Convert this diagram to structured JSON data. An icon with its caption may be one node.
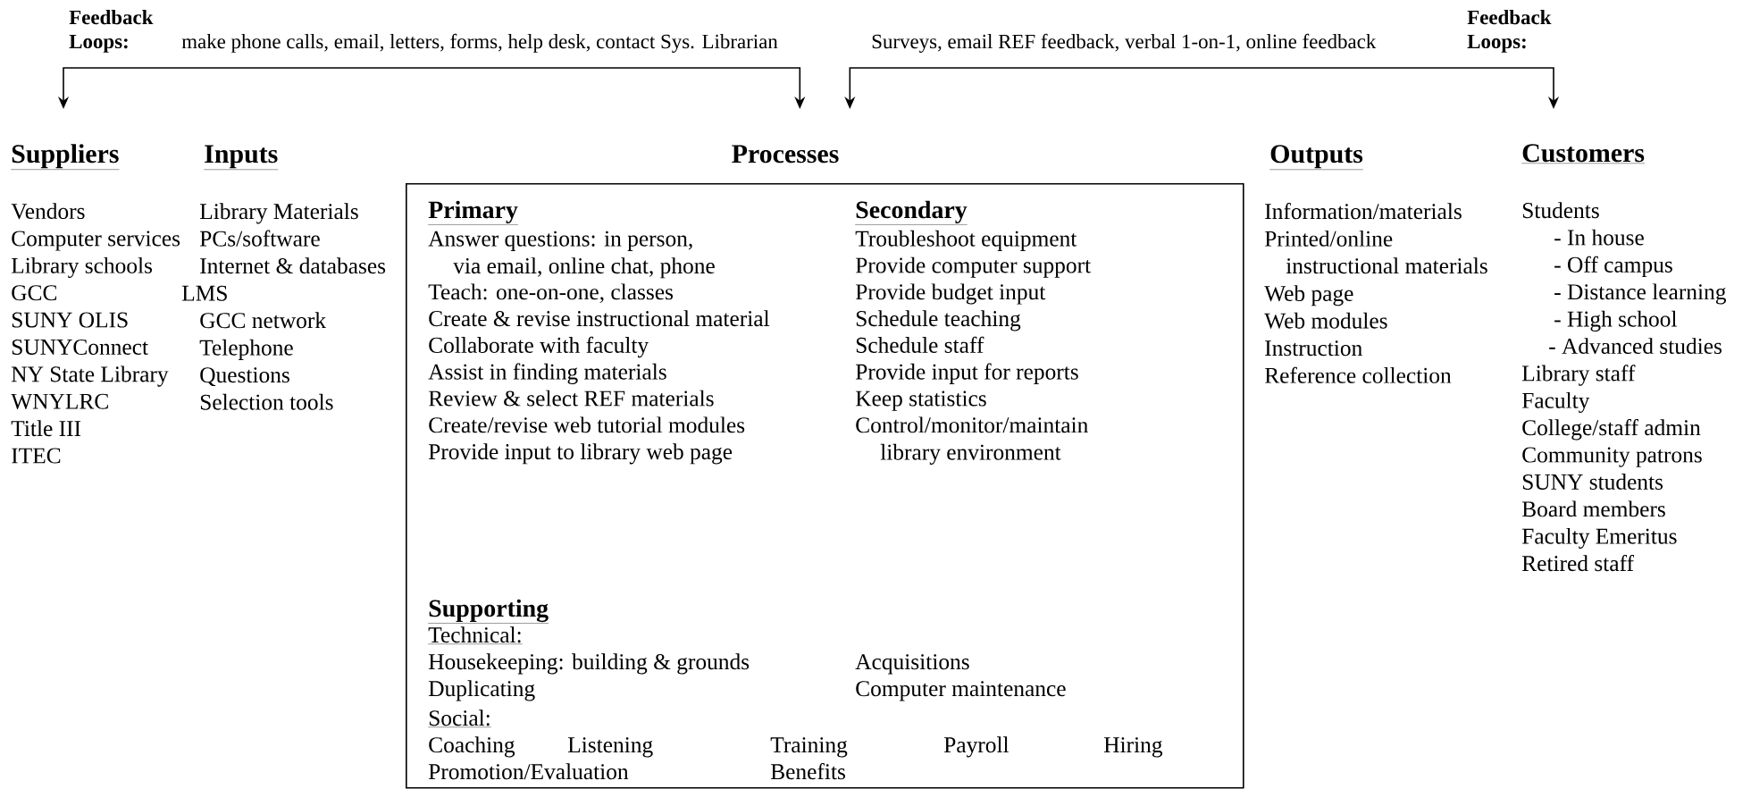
{
  "diagram": {
    "nodes": [
      {
        "text": [
          "Suppliers",
          "Vendors",
          "Computer services",
          "Library schools",
          "GCC",
          "SUNY OLIS",
          "SUNYConnect",
          "NY State Library",
          "WNYLRC",
          "Title III",
          "ITEC"
        ]
      },
      {
        "text": [
          "Processes",
          "Primary",
          "Answer questions: in person, via email, online chat, phone",
          "Teach: one-on-one, classes",
          "Create & revise instructional material",
          "Collaborate with faculty",
          "Assist in finding materials",
          "Review & select REF materials",
          "Create/revise web tutorial modules",
          "Provide input to library web page",
          "Secondary",
          "Troubleshoot equipment",
          "Provide computer support",
          "Provide budget input",
          "Schedule teaching",
          "Schedule staff",
          "Provide input for reports",
          "Keep statistics",
          "Control/monitor/maintain library environment",
          "Supporting",
          "Technical:",
          "Housekeeping: building & grounds",
          "Acquisitions",
          "Duplicating",
          "Computer maintenance",
          "Social:",
          "Coaching",
          "Listening",
          "Training",
          "Payroll",
          "Hiring",
          "Promotion/Evaluation",
          "Benefits"
        ]
      },
      {
        "text": [
          "Customers",
          "Students",
          "- In house",
          "- Off campus",
          "- Distance learning",
          "- High school",
          "- Advanced studies",
          "Library staff",
          "Faculty",
          "College/staff admin",
          "Community patrons",
          "SUNY students",
          "Board members",
          "Faculty Emeritus",
          "Retired staff"
        ]
      }
    ],
    "edges": [
      {
        "from": 0,
        "to": 1,
        "arrow": "both",
        "label": "make phone calls, email, letters, forms, help desk, contact Sys. Librarian"
      },
      {
        "from": 1,
        "to": 2,
        "arrow": "both",
        "label": "Surveys, email REF feedback, verbal 1-on-1, online feedback"
      }
    ],
    "labels": [
      "Feedback Loops:",
      "Feedback Loops:",
      "Inputs",
      "Library Materials",
      "PCs/software",
      "Internet & databases",
      "LMS",
      "GCC network",
      "Telephone",
      "Questions",
      "Selection tools",
      "Outputs",
      "Information/materials",
      "Printed/online instructional materials",
      "Web page",
      "Web modules",
      "Instruction",
      "Reference collection"
    ]
  }
}
